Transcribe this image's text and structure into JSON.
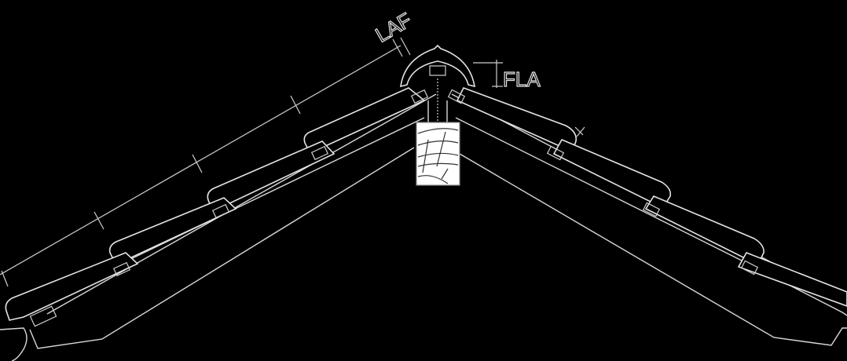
{
  "diagram": {
    "type": "roof-ridge-cross-section",
    "background_color": "#000000",
    "line_color": "#d8d8d8",
    "labels": {
      "laf": "LAF",
      "fla": "FLA"
    },
    "components": [
      {
        "name": "ridge-cap",
        "description": "Curved ridge tile at apex"
      },
      {
        "name": "ridge-beam",
        "description": "Timber ridge board with wood grain"
      },
      {
        "name": "roof-tiles-left",
        "count": 4
      },
      {
        "name": "roof-tiles-right",
        "count": 4
      },
      {
        "name": "battens",
        "description": "Hatched batten sections under tiles"
      },
      {
        "name": "rafters",
        "description": "Sloped rafter outlines left and right"
      },
      {
        "name": "gutter",
        "description": "Gutter hook at lower left eave"
      }
    ],
    "dimension_marks": {
      "left_slope_ticks": 5,
      "right_slope_ticks": 1
    }
  }
}
